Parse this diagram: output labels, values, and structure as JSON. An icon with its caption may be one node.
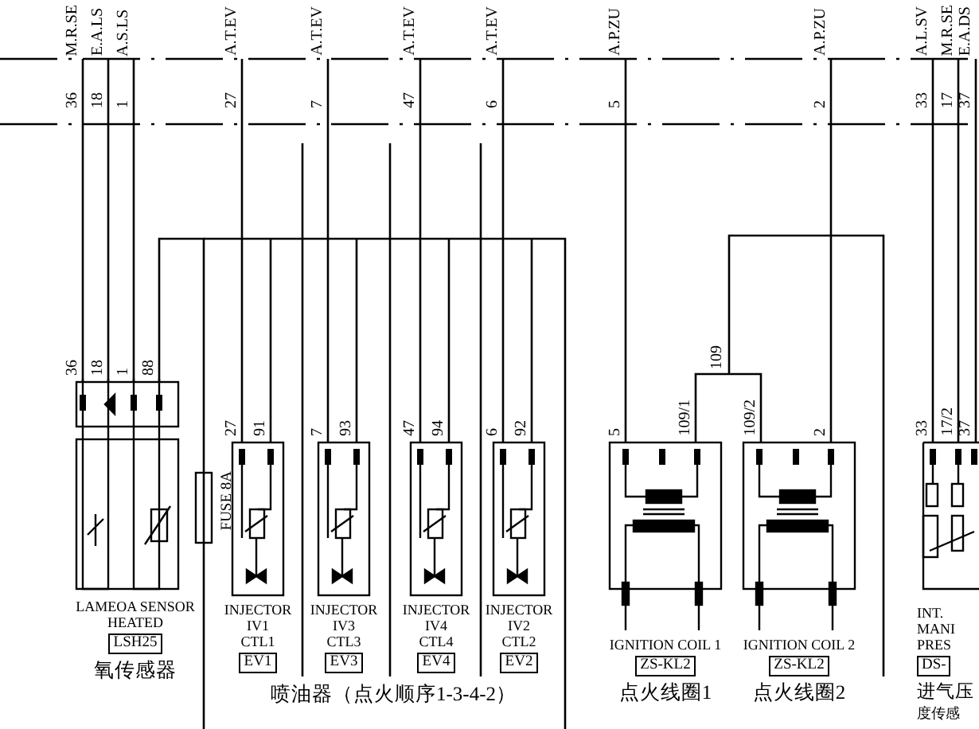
{
  "diagram": {
    "nodes": [
      {
        "text": [
          "LAMEOA SENSOR HEATED",
          "LSH25",
          "氧传感器"
        ]
      },
      {
        "text": [
          "FUSE 8A"
        ]
      },
      {
        "text": [
          "INJECTOR",
          "IV1",
          "CTL1",
          "EV1"
        ]
      },
      {
        "text": [
          "INJECTOR",
          "IV3",
          "CTL3",
          "EV3"
        ]
      },
      {
        "text": [
          "INJECTOR",
          "IV4",
          "CTL4",
          "EV4"
        ]
      },
      {
        "text": [
          "INJECTOR",
          "IV2",
          "CTL2",
          "EV2"
        ]
      },
      {
        "text": [
          "IGNITION COIL 1",
          "ZS-KL2",
          "点火线圈1"
        ]
      },
      {
        "text": [
          "IGNITION COIL 2",
          "ZS-KL2",
          "点火线圈2"
        ]
      },
      {
        "text": [
          "INT.",
          "MANI",
          "PRES",
          "DS-",
          "进气压",
          "度传感"
        ]
      }
    ],
    "edges": [
      {
        "from": 6,
        "to": 7,
        "arrow": "none",
        "label": "109"
      }
    ],
    "labels": [
      "M.R.SE",
      "E.A.LS",
      "A.S.LS",
      "A.T.EV",
      "A.T.EV",
      "A.T.EV",
      "A.T.EV",
      "A.P.ZU",
      "A.P.ZU",
      "A.L.SV",
      "M.R.SE",
      "E.A.DS",
      "36",
      "18",
      "1",
      "27",
      "7",
      "47",
      "6",
      "5",
      "2",
      "33",
      "17",
      "37",
      "36",
      "18",
      "1",
      "88",
      "27",
      "91",
      "7",
      "93",
      "47",
      "94",
      "6",
      "92",
      "5",
      "109/1",
      "109/2",
      "2",
      "33",
      "17/2",
      "37",
      "喷油器（点火顺序1-3-4-2）"
    ]
  }
}
